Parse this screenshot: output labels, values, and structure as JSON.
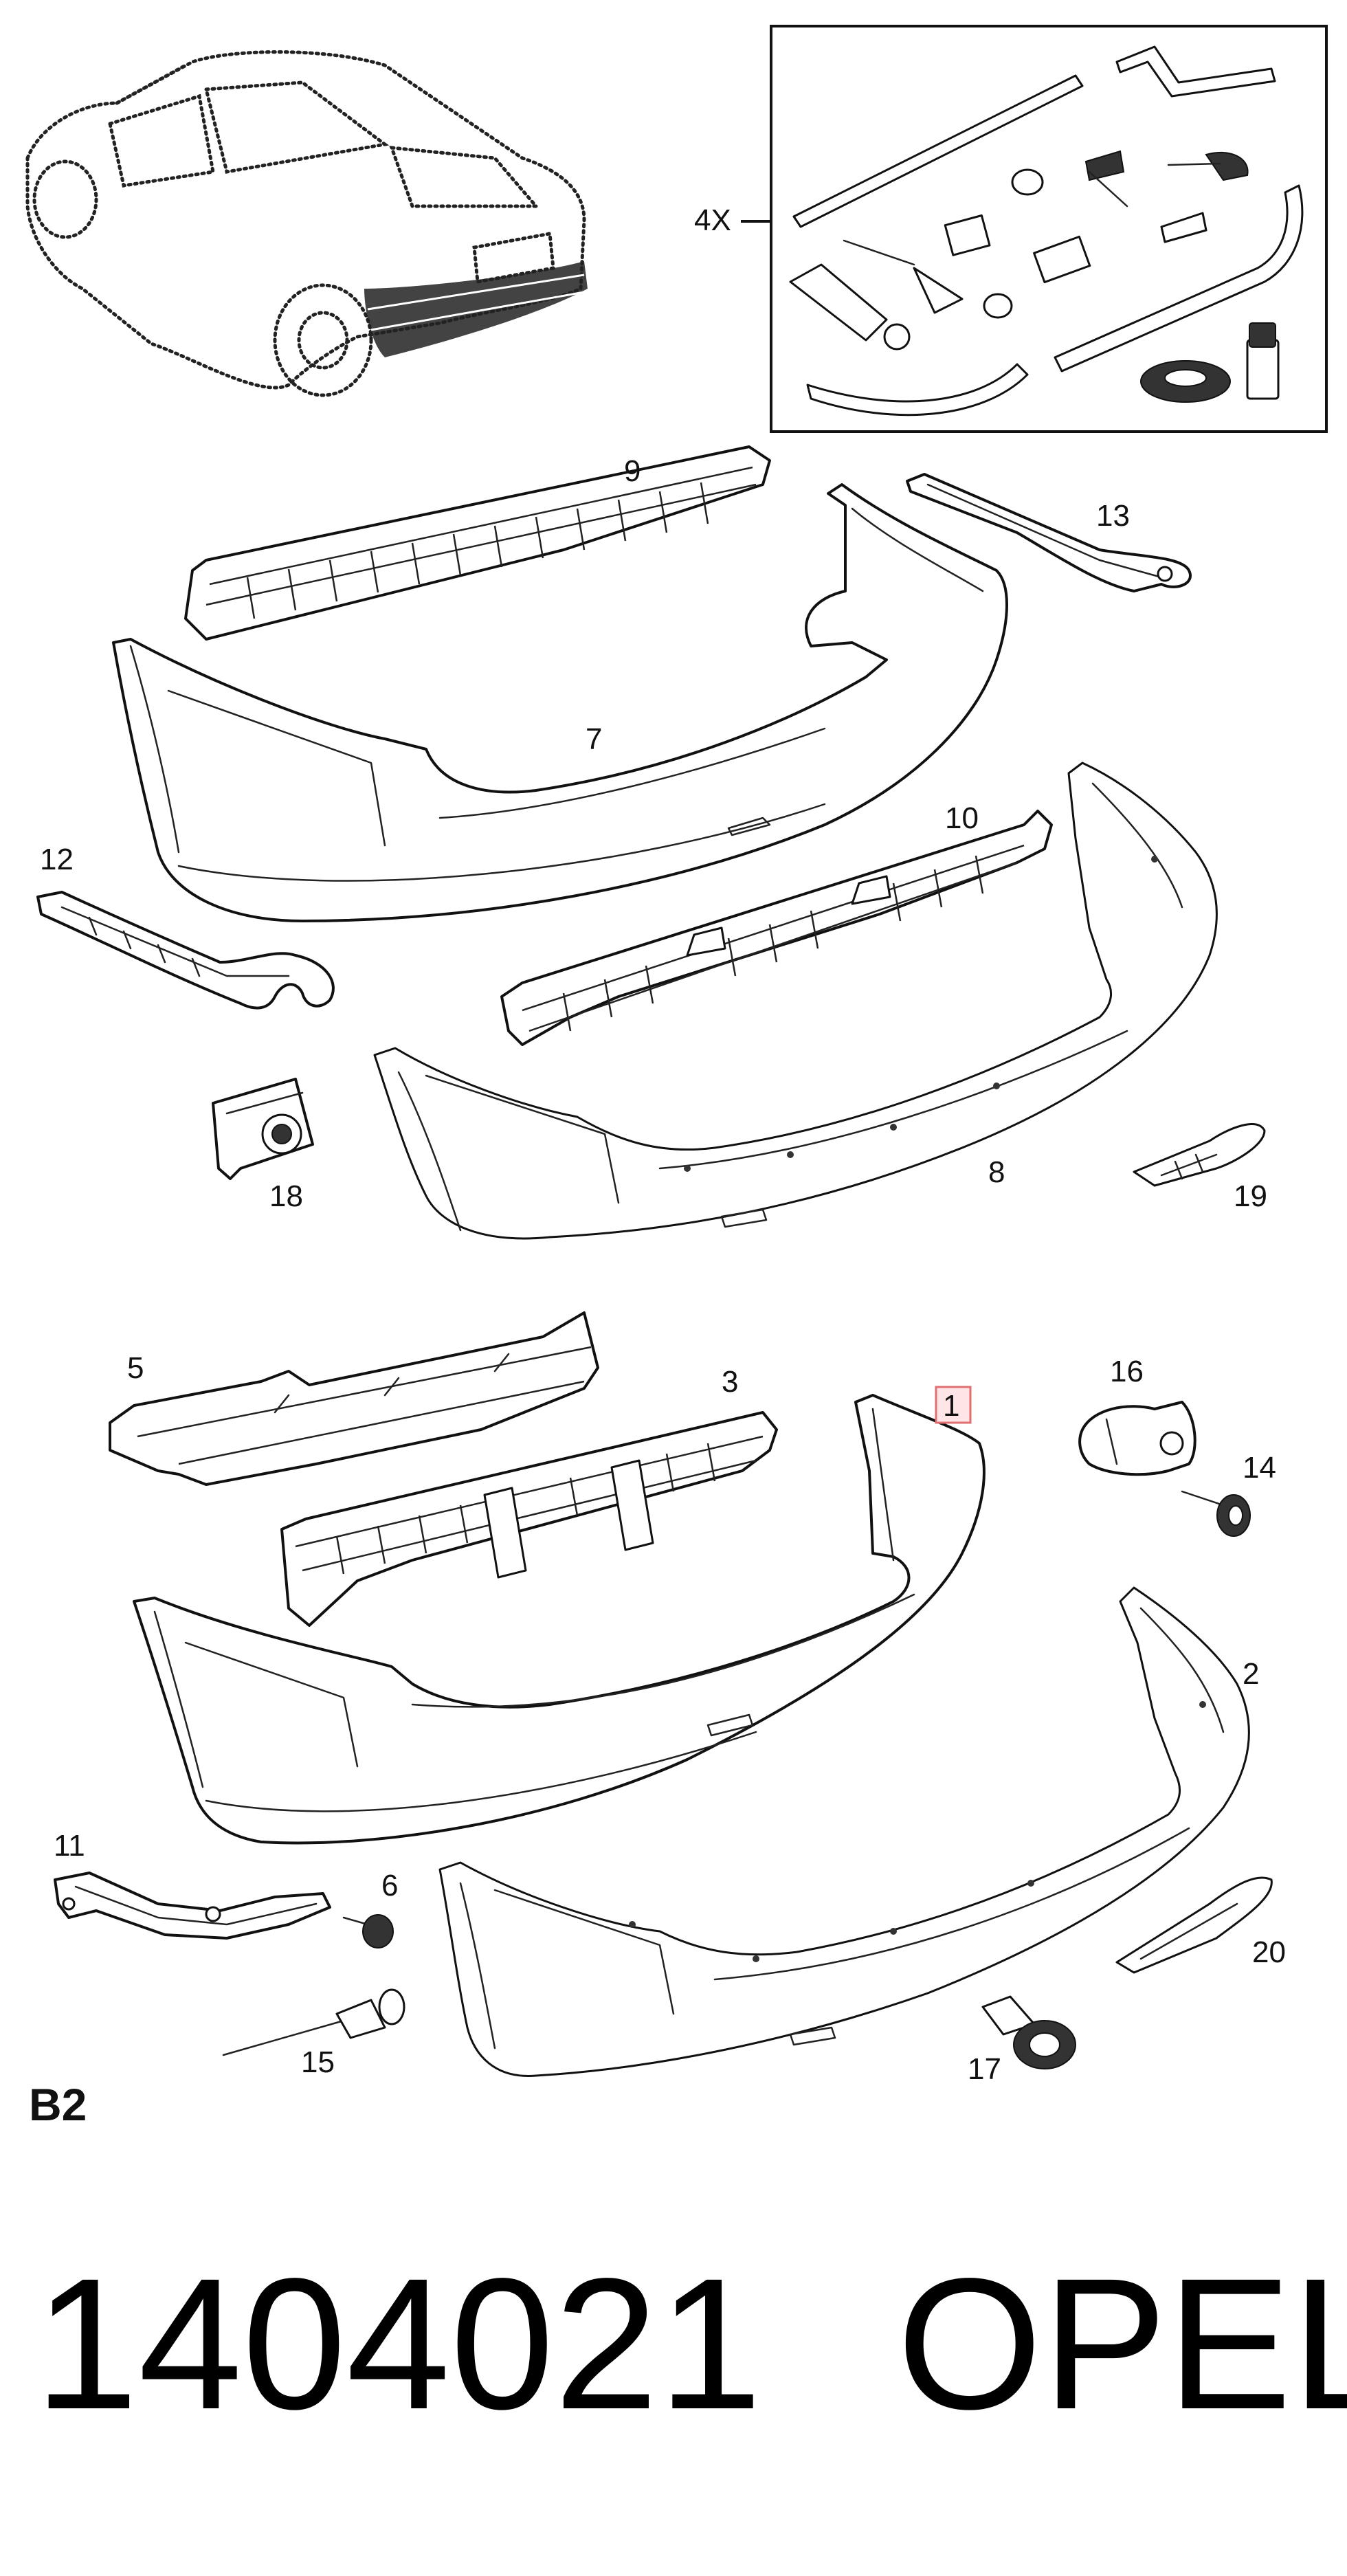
{
  "diagram": {
    "section_code": "B2",
    "inset_quantity_label": "4X",
    "highlighted_callout": "1",
    "callouts": {
      "p1": "1",
      "p2": "2",
      "p3": "3",
      "p5": "5",
      "p6": "6",
      "p7": "7",
      "p8": "8",
      "p9": "9",
      "p10": "10",
      "p11": "11",
      "p12": "12",
      "p13": "13",
      "p14": "14",
      "p15": "15",
      "p16": "16",
      "p17": "17",
      "p18": "18",
      "p19": "19",
      "p20": "20"
    }
  },
  "footer": {
    "part_number": "1404021",
    "brand": "OPEL"
  }
}
